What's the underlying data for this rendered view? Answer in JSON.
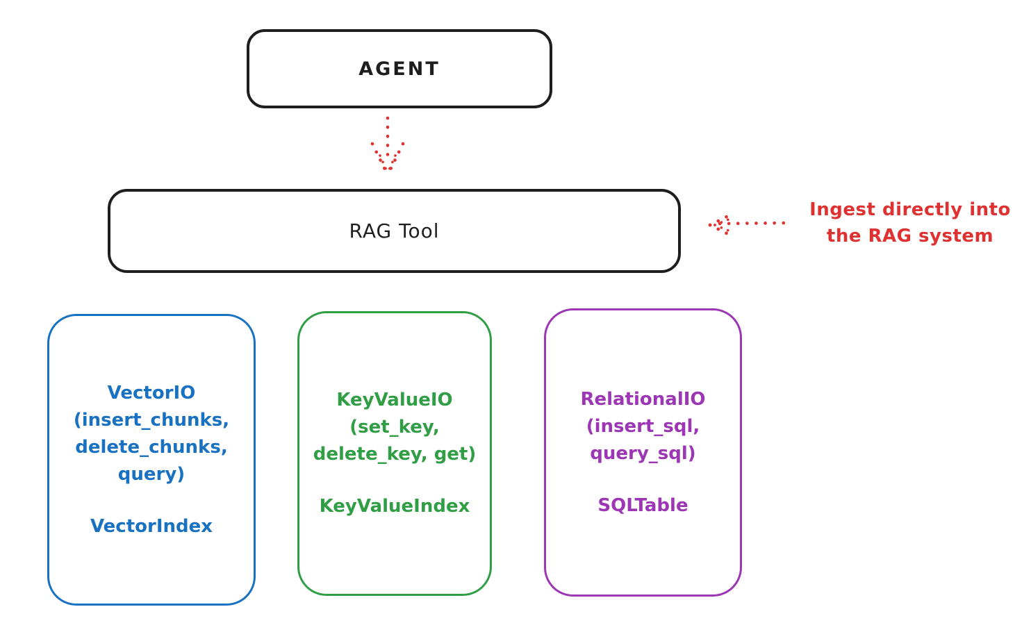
{
  "diagram": {
    "background": "#ffffff",
    "stroke_color": "#1e1e1e",
    "accent_red": "#e03131",
    "agent_box": {
      "label": "AGENT"
    },
    "rag_tool_box": {
      "label": "RAG Tool"
    },
    "annotation": {
      "text": "Ingest directly into\nthe RAG system"
    },
    "arrows": [
      {
        "name": "agent-to-rag",
        "style": "dotted",
        "direction": "down",
        "color": "#e03131"
      },
      {
        "name": "annotation-to-rag",
        "style": "dotted",
        "direction": "left",
        "color": "#e03131"
      }
    ],
    "storage_boxes": [
      {
        "label": "VectorIO\n(insert_chunks,\ndelete_chunks,\nquery)",
        "index_label": "VectorIndex",
        "color": "#1971c2"
      },
      {
        "label": "KeyValueIO\n(set_key,\ndelete_key, get)",
        "index_label": "KeyValueIndex",
        "color": "#2f9e44"
      },
      {
        "label": "RelationalIO\n(insert_sql,\nquery_sql)",
        "index_label": "SQLTable",
        "color": "#9c36b5"
      }
    ]
  }
}
